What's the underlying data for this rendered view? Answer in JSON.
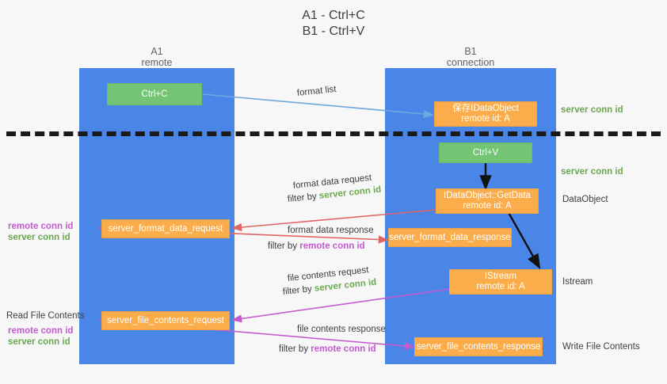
{
  "title": {
    "line1": "A1 - Ctrl+C",
    "line2": "B1 - Ctrl+V"
  },
  "columns": [
    {
      "name": "A1",
      "sub": "remote"
    },
    {
      "name": "B1",
      "sub": "connection"
    }
  ],
  "colors": {
    "lane": "#4a86e8",
    "green_node": "#74c476",
    "orange_node": "#fbad4b",
    "server_conn_id": "#6aa84f",
    "remote_conn_id": "#c55ad0",
    "arrow_blue": "#6fa8dc",
    "arrow_red": "#e06666",
    "arrow_magenta": "#c55ad0",
    "arrow_black": "#000000",
    "divider": "#1a1a1a"
  },
  "nodes": {
    "ctrl_c": {
      "line1": "Ctrl+C",
      "line2": ""
    },
    "save_idataobject": {
      "line1": "保存IDataObject",
      "line2": "remote id: A"
    },
    "ctrl_v": {
      "line1": "Ctrl+V",
      "line2": ""
    },
    "getdata": {
      "line1": "IDataObject::GetData",
      "line2": "remote id: A"
    },
    "server_format_data_request": {
      "line1": "server_format_data_request",
      "line2": ""
    },
    "server_format_data_response": {
      "line1": "server_format_data_response",
      "line2": ""
    },
    "istream": {
      "line1": "IStream",
      "line2": "remote id: A"
    },
    "server_file_contents_request": {
      "line1": "server_file_contents_request",
      "line2": ""
    },
    "server_file_contents_response": {
      "line1": "server_file_contents_response",
      "line2": ""
    }
  },
  "edge_labels": {
    "format_list": "format list",
    "format_data_request": "format data request",
    "format_data_request_filter_prefix": "filter by ",
    "format_data_request_filter_tag": "server conn id",
    "format_data_response": "format data response",
    "format_data_response_filter_prefix": "filter by ",
    "format_data_response_filter_tag": "remote conn id",
    "file_contents_request": "file contents request",
    "file_contents_request_filter_prefix": "filter by ",
    "file_contents_request_filter_tag": "server conn id",
    "file_contents_response": "file contents response",
    "file_contents_response_filter_prefix": "filter by ",
    "file_contents_response_filter_tag": "remote conn id"
  },
  "right_labels": {
    "server_conn_id_top": "server conn id",
    "server_conn_id_mid": "server conn id",
    "dataobject": "DataObject",
    "istream": "Istream",
    "write_file_contents": "Write File Contents"
  },
  "left_labels": {
    "remote_conn_id_upper": "remote conn id",
    "server_conn_id_upper": "server conn id",
    "read_file_contents": "Read File Contents",
    "remote_conn_id_lower": "remote conn id",
    "server_conn_id_lower": "server conn id"
  }
}
